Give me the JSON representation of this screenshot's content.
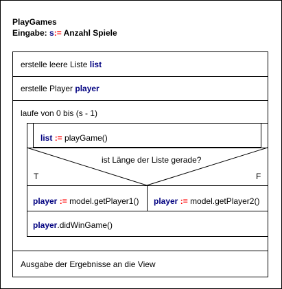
{
  "header": {
    "title": "PlayGames",
    "param_label": "Eingabe:",
    "param_var": "s",
    "param_op": ":=",
    "param_desc": "Anzahl Spiele"
  },
  "blocks": {
    "create_list_text": "erstelle leere Liste",
    "create_list_var": "list",
    "create_player_text": "erstelle Player",
    "create_player_var": "player",
    "loop_text": "laufe von 0 bis (s - 1)",
    "assign_var": "list",
    "assign_op": ":=",
    "assign_call": "playGame()",
    "condition_text": "ist Länge der Liste gerade?",
    "cond_true": "T",
    "cond_false": "F",
    "true_var": "player",
    "true_op": ":=",
    "true_call": "model.getPlayer1()",
    "false_var": "player",
    "false_op": ":=",
    "false_call": "model.getPlayer2()",
    "win_var": "player",
    "win_call": ".didWinGame()",
    "output_text": "Ausgabe der Ergebnisse an die View"
  }
}
